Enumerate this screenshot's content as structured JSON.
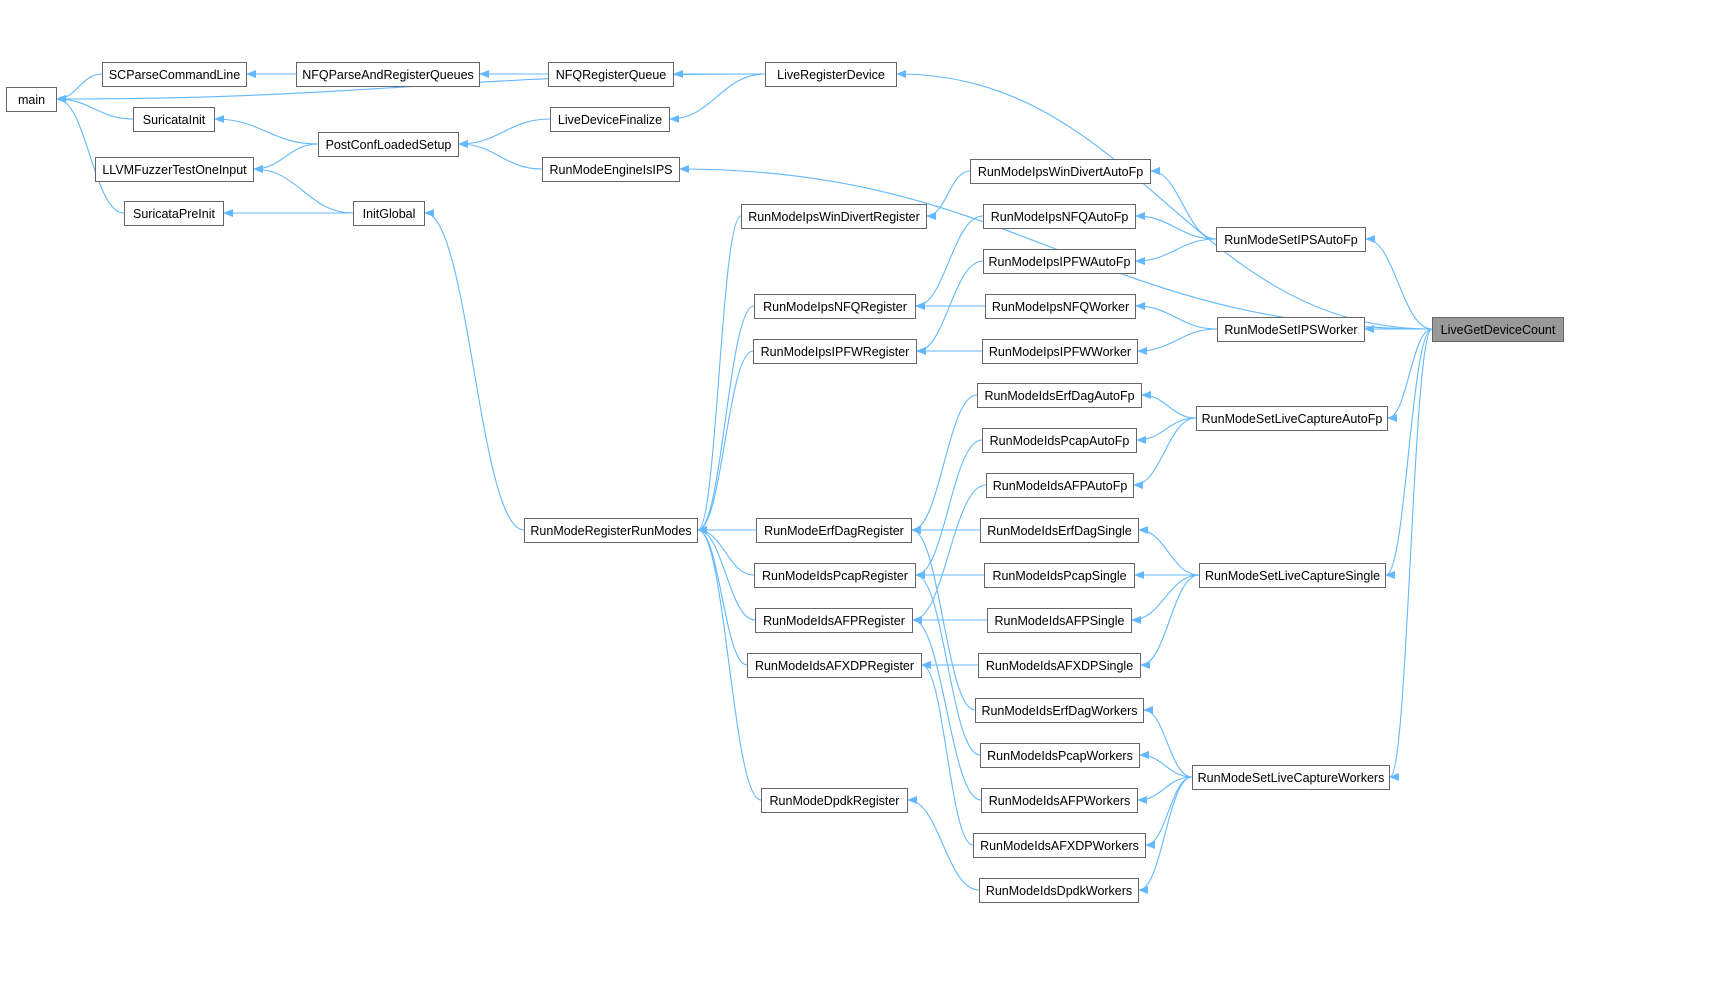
{
  "diagram": {
    "type": "call-graph",
    "colors": {
      "edge": "#63b8ff",
      "node_border": "#666666",
      "node_fill": "#ffffff",
      "highlight_fill": "#999999"
    },
    "nodes": [
      {
        "id": "main",
        "label": "main"
      },
      {
        "id": "scparse",
        "label": "SCParseCommandLine"
      },
      {
        "id": "nfqpar",
        "label": "NFQParseAndRegisterQueues"
      },
      {
        "id": "nfqreg",
        "label": "NFQRegisterQueue"
      },
      {
        "id": "livereg",
        "label": "LiveRegisterDevice"
      },
      {
        "id": "suricatainit",
        "label": "SuricataInit"
      },
      {
        "id": "livefin",
        "label": "LiveDeviceFinalize"
      },
      {
        "id": "postconf",
        "label": "PostConfLoadedSetup"
      },
      {
        "id": "llvm",
        "label": "LLVMFuzzerTestOneInput"
      },
      {
        "id": "engineips",
        "label": "RunModeEngineIsIPS"
      },
      {
        "id": "preinit",
        "label": "SuricataPreInit"
      },
      {
        "id": "initglobal",
        "label": "InitGlobal"
      },
      {
        "id": "windivreg",
        "label": "RunModeIpsWinDivertRegister"
      },
      {
        "id": "windivauto",
        "label": "RunModeIpsWinDivertAutoFp"
      },
      {
        "id": "nfqauto",
        "label": "RunModeIpsNFQAutoFp"
      },
      {
        "id": "setipsauto",
        "label": "RunModeSetIPSAutoFp"
      },
      {
        "id": "ipfwauto",
        "label": "RunModeIpsIPFWAutoFp"
      },
      {
        "id": "nfqregister",
        "label": "RunModeIpsNFQRegister"
      },
      {
        "id": "nfqworker",
        "label": "RunModeIpsNFQWorker"
      },
      {
        "id": "setipsworker",
        "label": "RunModeSetIPSWorker"
      },
      {
        "id": "target",
        "label": "LiveGetDeviceCount",
        "highlight": true
      },
      {
        "id": "ipfwregister",
        "label": "RunModeIpsIPFWRegister"
      },
      {
        "id": "ipfwworker",
        "label": "RunModeIpsIPFWWorker"
      },
      {
        "id": "erfauto",
        "label": "RunModeIdsErfDagAutoFp"
      },
      {
        "id": "setliveauto",
        "label": "RunModeSetLiveCaptureAutoFp"
      },
      {
        "id": "pcapauto",
        "label": "RunModeIdsPcapAutoFp"
      },
      {
        "id": "afpauto",
        "label": "RunModeIdsAFPAutoFp"
      },
      {
        "id": "regrunmodes",
        "label": "RunModeRegisterRunModes"
      },
      {
        "id": "erfreg",
        "label": "RunModeErfDagRegister"
      },
      {
        "id": "erfsingle",
        "label": "RunModeIdsErfDagSingle"
      },
      {
        "id": "pcapreg",
        "label": "RunModeIdsPcapRegister"
      },
      {
        "id": "pcapsingle",
        "label": "RunModeIdsPcapSingle"
      },
      {
        "id": "setlivesingle",
        "label": "RunModeSetLiveCaptureSingle"
      },
      {
        "id": "afpreg",
        "label": "RunModeIdsAFPRegister"
      },
      {
        "id": "afpsingle",
        "label": "RunModeIdsAFPSingle"
      },
      {
        "id": "afxdpreg",
        "label": "RunModeIdsAFXDPRegister"
      },
      {
        "id": "afxdpsingle",
        "label": "RunModeIdsAFXDPSingle"
      },
      {
        "id": "erfworkers",
        "label": "RunModeIdsErfDagWorkers"
      },
      {
        "id": "pcapworkers",
        "label": "RunModeIdsPcapWorkers"
      },
      {
        "id": "setliveworkers",
        "label": "RunModeSetLiveCaptureWorkers"
      },
      {
        "id": "dpdkreg",
        "label": "RunModeDpdkRegister"
      },
      {
        "id": "afpworkers",
        "label": "RunModeIdsAFPWorkers"
      },
      {
        "id": "afxdpworkers",
        "label": "RunModeIdsAFXDPWorkers"
      },
      {
        "id": "dpdkworkers",
        "label": "RunModeIdsDpdkWorkers"
      }
    ],
    "edges": [
      {
        "from": "scparse",
        "to": "main"
      },
      {
        "from": "suricatainit",
        "to": "main"
      },
      {
        "from": "preinit",
        "to": "main"
      },
      {
        "from": "livereg",
        "to": "main"
      },
      {
        "from": "nfqpar",
        "to": "scparse"
      },
      {
        "from": "nfqreg",
        "to": "nfqpar"
      },
      {
        "from": "livereg",
        "to": "nfqreg"
      },
      {
        "from": "postconf",
        "to": "suricatainit"
      },
      {
        "from": "postconf",
        "to": "llvm"
      },
      {
        "from": "livefin",
        "to": "postconf"
      },
      {
        "from": "engineips",
        "to": "postconf"
      },
      {
        "from": "livereg",
        "to": "livefin"
      },
      {
        "from": "initglobal",
        "to": "llvm"
      },
      {
        "from": "initglobal",
        "to": "preinit"
      },
      {
        "from": "regrunmodes",
        "to": "initglobal"
      },
      {
        "from": "windivreg",
        "to": "regrunmodes"
      },
      {
        "from": "nfqregister",
        "to": "regrunmodes"
      },
      {
        "from": "ipfwregister",
        "to": "regrunmodes"
      },
      {
        "from": "erfreg",
        "to": "regrunmodes"
      },
      {
        "from": "pcapreg",
        "to": "regrunmodes"
      },
      {
        "from": "afpreg",
        "to": "regrunmodes"
      },
      {
        "from": "afxdpreg",
        "to": "regrunmodes"
      },
      {
        "from": "dpdkreg",
        "to": "regrunmodes"
      },
      {
        "from": "windivauto",
        "to": "windivreg"
      },
      {
        "from": "nfqauto",
        "to": "nfqregister"
      },
      {
        "from": "nfqworker",
        "to": "nfqregister"
      },
      {
        "from": "ipfwauto",
        "to": "ipfwregister"
      },
      {
        "from": "ipfwworker",
        "to": "ipfwregister"
      },
      {
        "from": "erfauto",
        "to": "erfreg"
      },
      {
        "from": "erfsingle",
        "to": "erfreg"
      },
      {
        "from": "erfworkers",
        "to": "erfreg"
      },
      {
        "from": "pcapauto",
        "to": "pcapreg"
      },
      {
        "from": "pcapsingle",
        "to": "pcapreg"
      },
      {
        "from": "pcapworkers",
        "to": "pcapreg"
      },
      {
        "from": "afpauto",
        "to": "afpreg"
      },
      {
        "from": "afpsingle",
        "to": "afpreg"
      },
      {
        "from": "afpworkers",
        "to": "afpreg"
      },
      {
        "from": "afxdpsingle",
        "to": "afxdpreg"
      },
      {
        "from": "afxdpworkers",
        "to": "afxdpreg"
      },
      {
        "from": "dpdkworkers",
        "to": "dpdkreg"
      },
      {
        "from": "setipsauto",
        "to": "windivauto"
      },
      {
        "from": "setipsauto",
        "to": "nfqauto"
      },
      {
        "from": "setipsauto",
        "to": "ipfwauto"
      },
      {
        "from": "setipsworker",
        "to": "nfqworker"
      },
      {
        "from": "setipsworker",
        "to": "ipfwworker"
      },
      {
        "from": "setliveauto",
        "to": "erfauto"
      },
      {
        "from": "setliveauto",
        "to": "pcapauto"
      },
      {
        "from": "setliveauto",
        "to": "afpauto"
      },
      {
        "from": "setlivesingle",
        "to": "erfsingle"
      },
      {
        "from": "setlivesingle",
        "to": "pcapsingle"
      },
      {
        "from": "setlivesingle",
        "to": "afpsingle"
      },
      {
        "from": "setlivesingle",
        "to": "afxdpsingle"
      },
      {
        "from": "setliveworkers",
        "to": "erfworkers"
      },
      {
        "from": "setliveworkers",
        "to": "pcapworkers"
      },
      {
        "from": "setliveworkers",
        "to": "afpworkers"
      },
      {
        "from": "setliveworkers",
        "to": "afxdpworkers"
      },
      {
        "from": "setliveworkers",
        "to": "dpdkworkers"
      },
      {
        "from": "target",
        "to": "livereg"
      },
      {
        "from": "target",
        "to": "engineips"
      },
      {
        "from": "target",
        "to": "setipsauto"
      },
      {
        "from": "target",
        "to": "setipsworker"
      },
      {
        "from": "target",
        "to": "setliveauto"
      },
      {
        "from": "target",
        "to": "setlivesingle"
      },
      {
        "from": "target",
        "to": "setliveworkers"
      }
    ]
  }
}
